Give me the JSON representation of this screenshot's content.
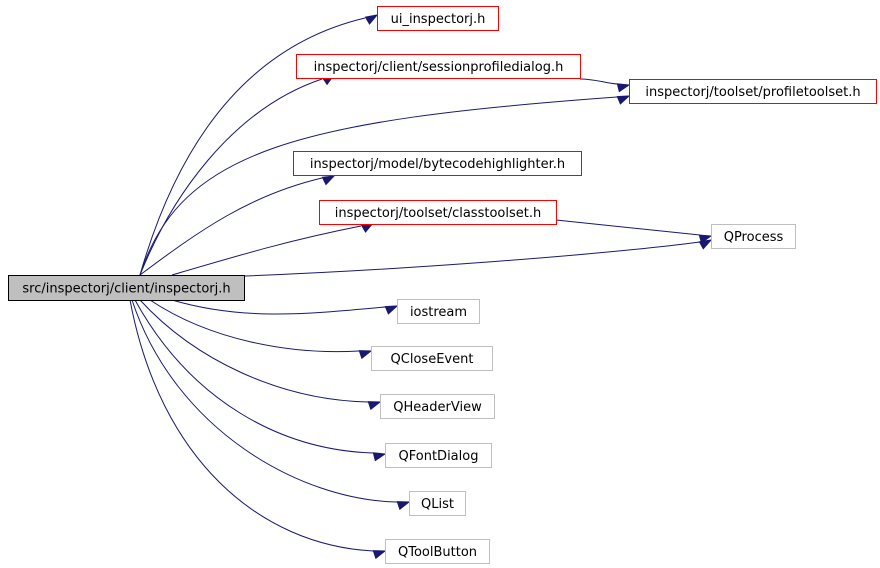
{
  "graph": {
    "nodes": [
      {
        "id": "root",
        "label": "src/inspectorj/client/inspectorj.h",
        "kind": "root",
        "interactable": false
      },
      {
        "id": "ui",
        "label": "ui_inspectorj.h",
        "kind": "project",
        "interactable": true
      },
      {
        "id": "spd",
        "label": "inspectorj/client/sessionprofiledialog.h",
        "kind": "project",
        "interactable": true
      },
      {
        "id": "pts",
        "label": "inspectorj/toolset/profiletoolset.h",
        "kind": "project",
        "interactable": true
      },
      {
        "id": "bch",
        "label": "inspectorj/model/bytecodehighlighter.h",
        "kind": "project",
        "interactable": true
      },
      {
        "id": "cts",
        "label": "inspectorj/toolset/classtoolset.h",
        "kind": "project",
        "interactable": true
      },
      {
        "id": "qprocess",
        "label": "QProcess",
        "kind": "external",
        "interactable": false
      },
      {
        "id": "iostream",
        "label": "iostream",
        "kind": "external",
        "interactable": false
      },
      {
        "id": "qcloseevent",
        "label": "QCloseEvent",
        "kind": "external",
        "interactable": false
      },
      {
        "id": "qheaderview",
        "label": "QHeaderView",
        "kind": "external",
        "interactable": false
      },
      {
        "id": "qfontdialog",
        "label": "QFontDialog",
        "kind": "external",
        "interactable": false
      },
      {
        "id": "qlist",
        "label": "QList",
        "kind": "external",
        "interactable": false
      },
      {
        "id": "qtoolbutton",
        "label": "QToolButton",
        "kind": "external",
        "interactable": false
      }
    ],
    "edges": [
      {
        "from": "root",
        "to": "ui"
      },
      {
        "from": "root",
        "to": "spd"
      },
      {
        "from": "root",
        "to": "pts"
      },
      {
        "from": "root",
        "to": "bch"
      },
      {
        "from": "root",
        "to": "cts"
      },
      {
        "from": "root",
        "to": "qprocess"
      },
      {
        "from": "root",
        "to": "iostream"
      },
      {
        "from": "root",
        "to": "qcloseevent"
      },
      {
        "from": "root",
        "to": "qheaderview"
      },
      {
        "from": "root",
        "to": "qfontdialog"
      },
      {
        "from": "root",
        "to": "qlist"
      },
      {
        "from": "root",
        "to": "qtoolbutton"
      },
      {
        "from": "spd",
        "to": "pts"
      },
      {
        "from": "cts",
        "to": "qprocess"
      }
    ],
    "colors": {
      "edge": "#191970",
      "root_fill": "#bfbfbf",
      "project_border": "#ff0000",
      "external_border": "#bfbfbf"
    }
  }
}
